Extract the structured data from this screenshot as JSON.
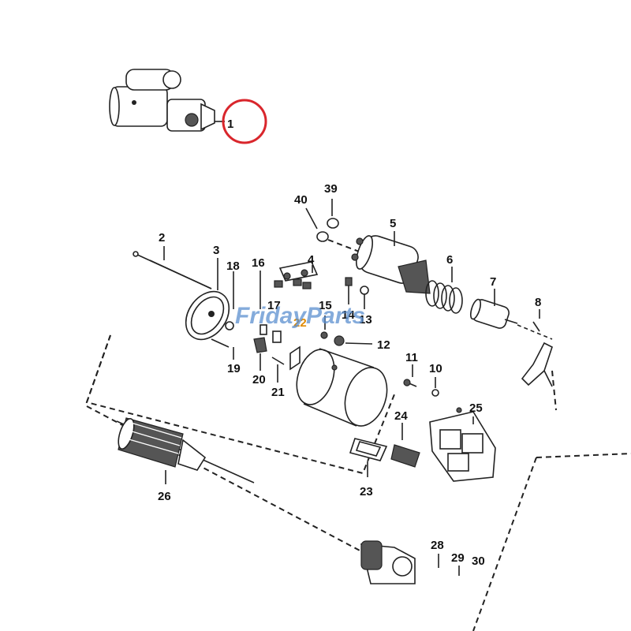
{
  "diagram": {
    "highlight_color": "#d9262c",
    "callout_labels": [
      "1",
      "2",
      "3",
      "4",
      "5",
      "6",
      "7",
      "8",
      "10",
      "11",
      "12",
      "13",
      "14",
      "15",
      "16",
      "17",
      "18",
      "19",
      "20",
      "21",
      "22",
      "23",
      "24",
      "25",
      "26",
      "28",
      "29",
      "30",
      "39",
      "40"
    ],
    "watermark": {
      "text": "FridayParts",
      "color": "#5b8fd0"
    }
  }
}
